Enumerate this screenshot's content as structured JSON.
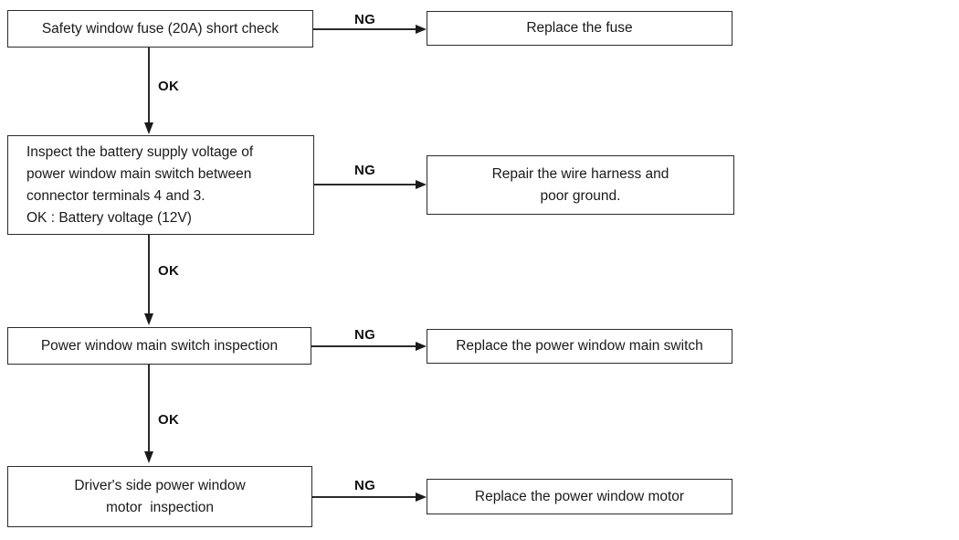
{
  "diagram": {
    "labels": {
      "ok": "OK",
      "ng": "NG"
    },
    "colors": {
      "line": "#2b2b2b",
      "text": "#1a1a1a",
      "background": "#ffffff"
    },
    "rows": [
      {
        "step_lines": [
          "Safety window fuse (20A) short check"
        ],
        "result_lines": [
          "Replace the fuse"
        ]
      },
      {
        "step_lines": [
          "Inspect the battery supply voltage of",
          "power window main switch between",
          "connector terminals 4 and 3.",
          "OK : Battery voltage (12V)"
        ],
        "result_lines": [
          "Repair the wire harness and",
          "poor ground."
        ]
      },
      {
        "step_lines": [
          "Power window main switch inspection"
        ],
        "result_lines": [
          "Replace the power window main switch"
        ]
      },
      {
        "step_lines": [
          "Driver's side power window",
          "motor  inspection"
        ],
        "result_lines": [
          "Replace the power window motor"
        ]
      }
    ]
  }
}
